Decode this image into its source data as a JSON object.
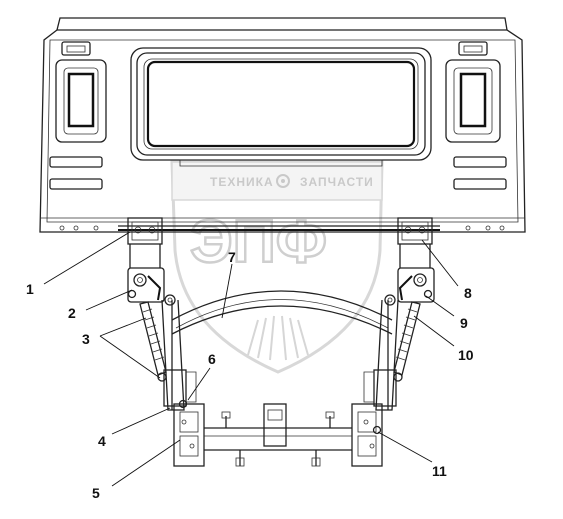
{
  "watermark": {
    "top_left": "ТЕХНИКА",
    "top_right": "ЗАПЧАСТИ",
    "logo": "ЭПФ"
  },
  "callouts": [
    {
      "id": "1",
      "label": "1"
    },
    {
      "id": "2",
      "label": "2"
    },
    {
      "id": "3",
      "label": "3"
    },
    {
      "id": "4",
      "label": "4"
    },
    {
      "id": "5",
      "label": "5"
    },
    {
      "id": "6",
      "label": "6"
    },
    {
      "id": "7",
      "label": "7"
    },
    {
      "id": "8",
      "label": "8"
    },
    {
      "id": "9",
      "label": "9"
    },
    {
      "id": "10",
      "label": "10"
    },
    {
      "id": "11",
      "label": "11"
    }
  ]
}
